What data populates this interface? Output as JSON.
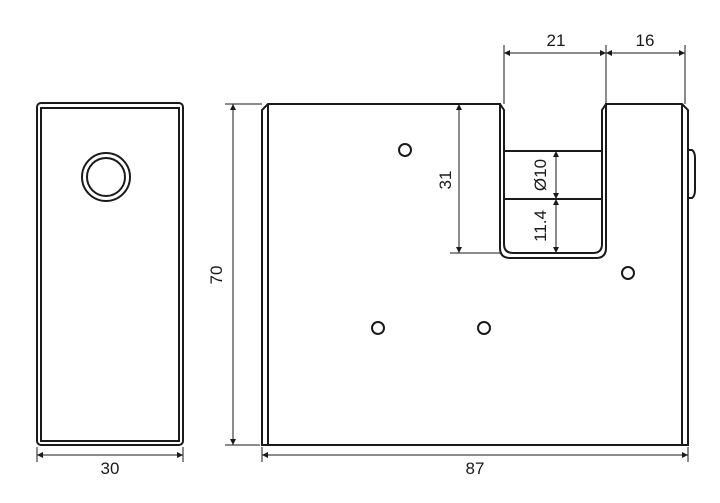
{
  "drawing": {
    "side_view": {
      "width_dim": "30"
    },
    "front_view": {
      "height_dim": "70",
      "width_dim": "87",
      "slot_width_dim": "21",
      "right_offset_dim": "16",
      "slot_depth_dim": "31",
      "shackle_diameter_dim": "Ø10",
      "shackle_offset_dim": "11.4"
    },
    "line_color": "#1a1a1a"
  }
}
